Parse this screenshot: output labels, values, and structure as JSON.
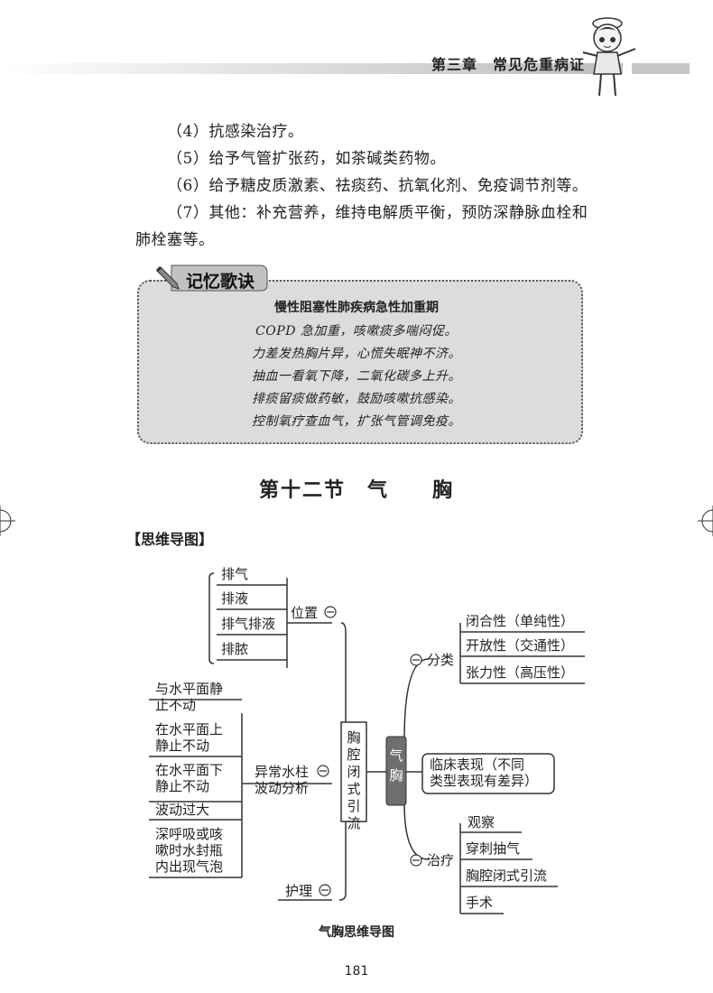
{
  "header": {
    "chapter_title": "第三章　常见危重病证"
  },
  "paragraphs": [
    "（4）抗感染治疗。",
    "（5）给予气管扩张药，如茶碱类药物。",
    "（6）给予糖皮质激素、祛痰药、抗氧化剂、免疫调节剂等。",
    "（7）其他：补充营养，维持电解质平衡，预防深静脉血栓和",
    "肺栓塞等。"
  ],
  "memory_box": {
    "label": "记忆歌诀",
    "title": "慢性阻塞性肺疾病急性加重期",
    "lines": [
      "COPD 急加重，咳嗽痰多喘闷促。",
      "力差发热胸片异，心慌失眠神不济。",
      "抽血一看氧下降，二氧化碳多上升。",
      "排痰留痰做药敏，鼓励咳嗽抗感染。",
      "控制氧疗查血气，扩张气管调免疫。"
    ]
  },
  "section_title": "第十二节　气　　胸",
  "mindmap": {
    "label": "【思维导图】",
    "center": "气胸",
    "left_hub": "胸腔闭式引流",
    "position": {
      "label": "位置",
      "items": [
        "排气",
        "排液",
        "排气排液",
        "排脓"
      ]
    },
    "abnormal": {
      "label_line1": "异常水柱",
      "label_line2": "波动分析",
      "items": [
        [
          "与水平面静",
          "止不动"
        ],
        [
          "在水平面上",
          "静止不动"
        ],
        [
          "在水平面下",
          "静止不动"
        ],
        [
          "波动过大"
        ],
        [
          "深呼吸或咳",
          "嗽时水封瓶",
          "内出现气泡"
        ]
      ]
    },
    "care": {
      "label": "护理"
    },
    "classification": {
      "label": "分类",
      "items": [
        "闭合性（单纯性）",
        "开放性（交通性）",
        "张力性（高压性）"
      ]
    },
    "clinical": {
      "line1": "临床表现（不同",
      "line2": "类型表现有差异）"
    },
    "treatment": {
      "label": "治疗",
      "items": [
        "观察",
        "穿刺抽气",
        "胸腔闭式引流",
        "手术"
      ]
    },
    "caption": "气胸思维导图"
  },
  "page_number": "181",
  "icons": {
    "collapse": "circle-minus-icon",
    "mascot": "nurse-mascot-icon",
    "pencil": "pencil-icon"
  },
  "colors": {
    "box_fill": "#dcdcdc",
    "center_fill": "#6e6e6e",
    "header_bar": "#bdbdbd"
  }
}
